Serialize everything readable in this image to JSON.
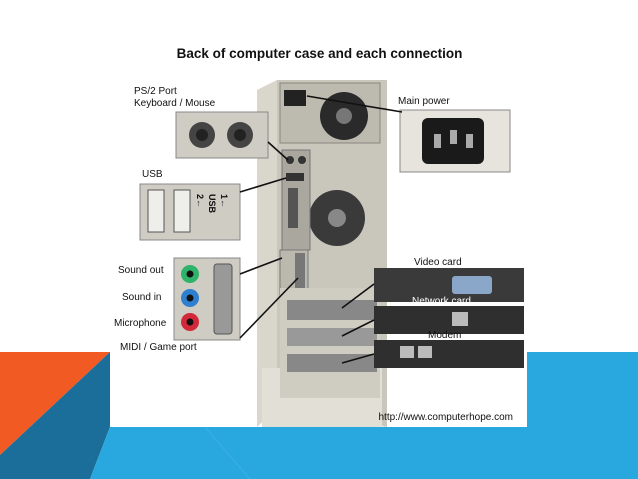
{
  "slide": {
    "colors": {
      "orange": "#f15a22",
      "blue": "#29a8e0",
      "dark_blue": "#2b8fc4"
    }
  },
  "figure": {
    "title": "Back of computer case and each connection",
    "source_url": "http://www.computerhope.com",
    "labels": {
      "ps2_line1": "PS/2 Port",
      "ps2_line2": "Keyboard / Mouse",
      "usb": "USB",
      "main_power": "Main power",
      "sound_out": "Sound out",
      "sound_in": "Sound in",
      "microphone": "Microphone",
      "midi": "MIDI / Game port",
      "video_card": "Video card",
      "network_card": "Network card",
      "modem": "Modem"
    },
    "usb_glyphs": {
      "line1": "1←",
      "line2": "USB",
      "line3": "2←"
    },
    "jack_colors": {
      "sound_out": "#2fb36a",
      "sound_in": "#2f7fd0",
      "microphone": "#d2283a"
    }
  }
}
